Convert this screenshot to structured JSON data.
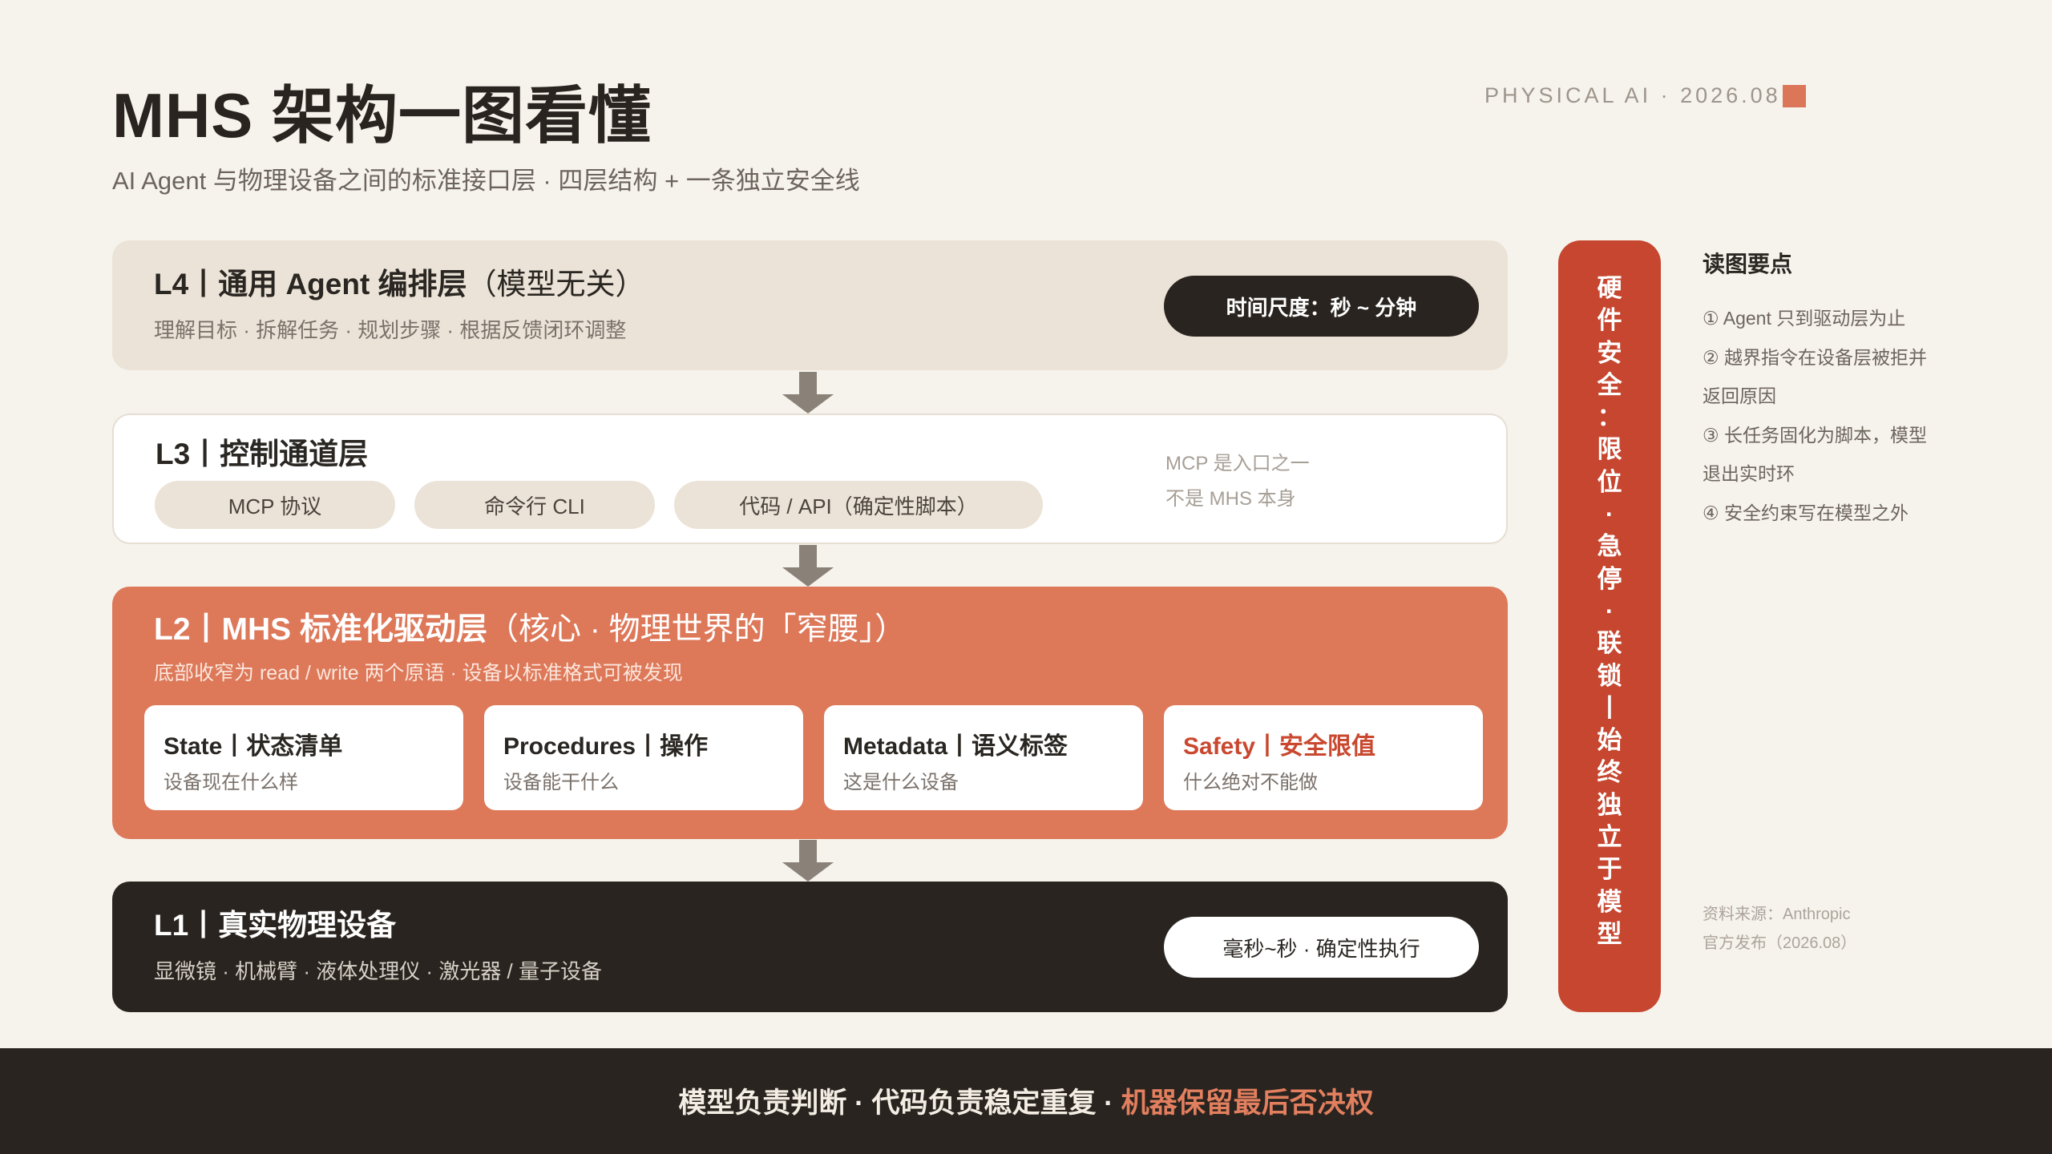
{
  "header": {
    "title": "MHS 架构一图看懂",
    "subtitle": "AI Agent 与物理设备之间的标准接口层 · 四层结构 + 一条独立安全线",
    "tag": "PHYSICAL AI · 2026.08"
  },
  "layers": {
    "l4": {
      "title": "L4丨通用 Agent 编排层",
      "title_suffix": "（模型无关）",
      "desc": "理解目标 · 拆解任务 · 规划步骤 · 根据反馈闭环调整",
      "pill": "时间尺度：秒 ~ 分钟"
    },
    "l3": {
      "title": "L3丨控制通道层",
      "chips": [
        "MCP 协议",
        "命令行 CLI",
        "代码 / API（确定性脚本）"
      ],
      "note_line1": "MCP 是入口之一",
      "note_line2": "不是 MHS 本身"
    },
    "l2": {
      "title": "L2丨MHS 标准化驱动层",
      "title_suffix": "（核心 · 物理世界的「窄腰」）",
      "desc": "底部收窄为 read / write 两个原语 · 设备以标准格式可被发现",
      "cards": [
        {
          "title": "State丨状态清单",
          "sub": "设备现在什么样"
        },
        {
          "title": "Procedures丨操作",
          "sub": "设备能干什么"
        },
        {
          "title": "Metadata丨语义标签",
          "sub": "这是什么设备"
        },
        {
          "title": "Safety丨安全限值",
          "sub": "什么绝对不能做"
        }
      ]
    },
    "l1": {
      "title": "L1丨真实物理设备",
      "desc": "显微镜 · 机械臂 · 液体处理仪 · 激光器 / 量子设备",
      "pill": "毫秒~秒 · 确定性执行"
    }
  },
  "safety_bar": {
    "chars": [
      "硬",
      "件",
      "安",
      "全",
      "：",
      "限",
      "位",
      "·",
      "急",
      "停",
      "·",
      "联",
      "锁",
      "丨",
      "始",
      "终",
      "独",
      "立",
      "于",
      "模",
      "型"
    ],
    "color": "#c6462f"
  },
  "notes": {
    "title": "读图要点",
    "lines": [
      "① Agent 只到驱动层为止",
      "② 越界指令在设备层被拒并",
      "返回原因",
      "③ 长任务固化为脚本，模型",
      "退出实时环",
      "④ 安全约束写在模型之外"
    ],
    "source_line1": "资料来源：Anthropic",
    "source_line2": "官方发布（2026.08）"
  },
  "footer": {
    "part1": "模型负责判断 · 代码负责稳定重复 · ",
    "accent": "机器保留最后否决权"
  },
  "colors": {
    "background": "#f6f3ec",
    "accent": "#dd7859",
    "dark": "#29241f",
    "safety_red": "#c6462f"
  }
}
